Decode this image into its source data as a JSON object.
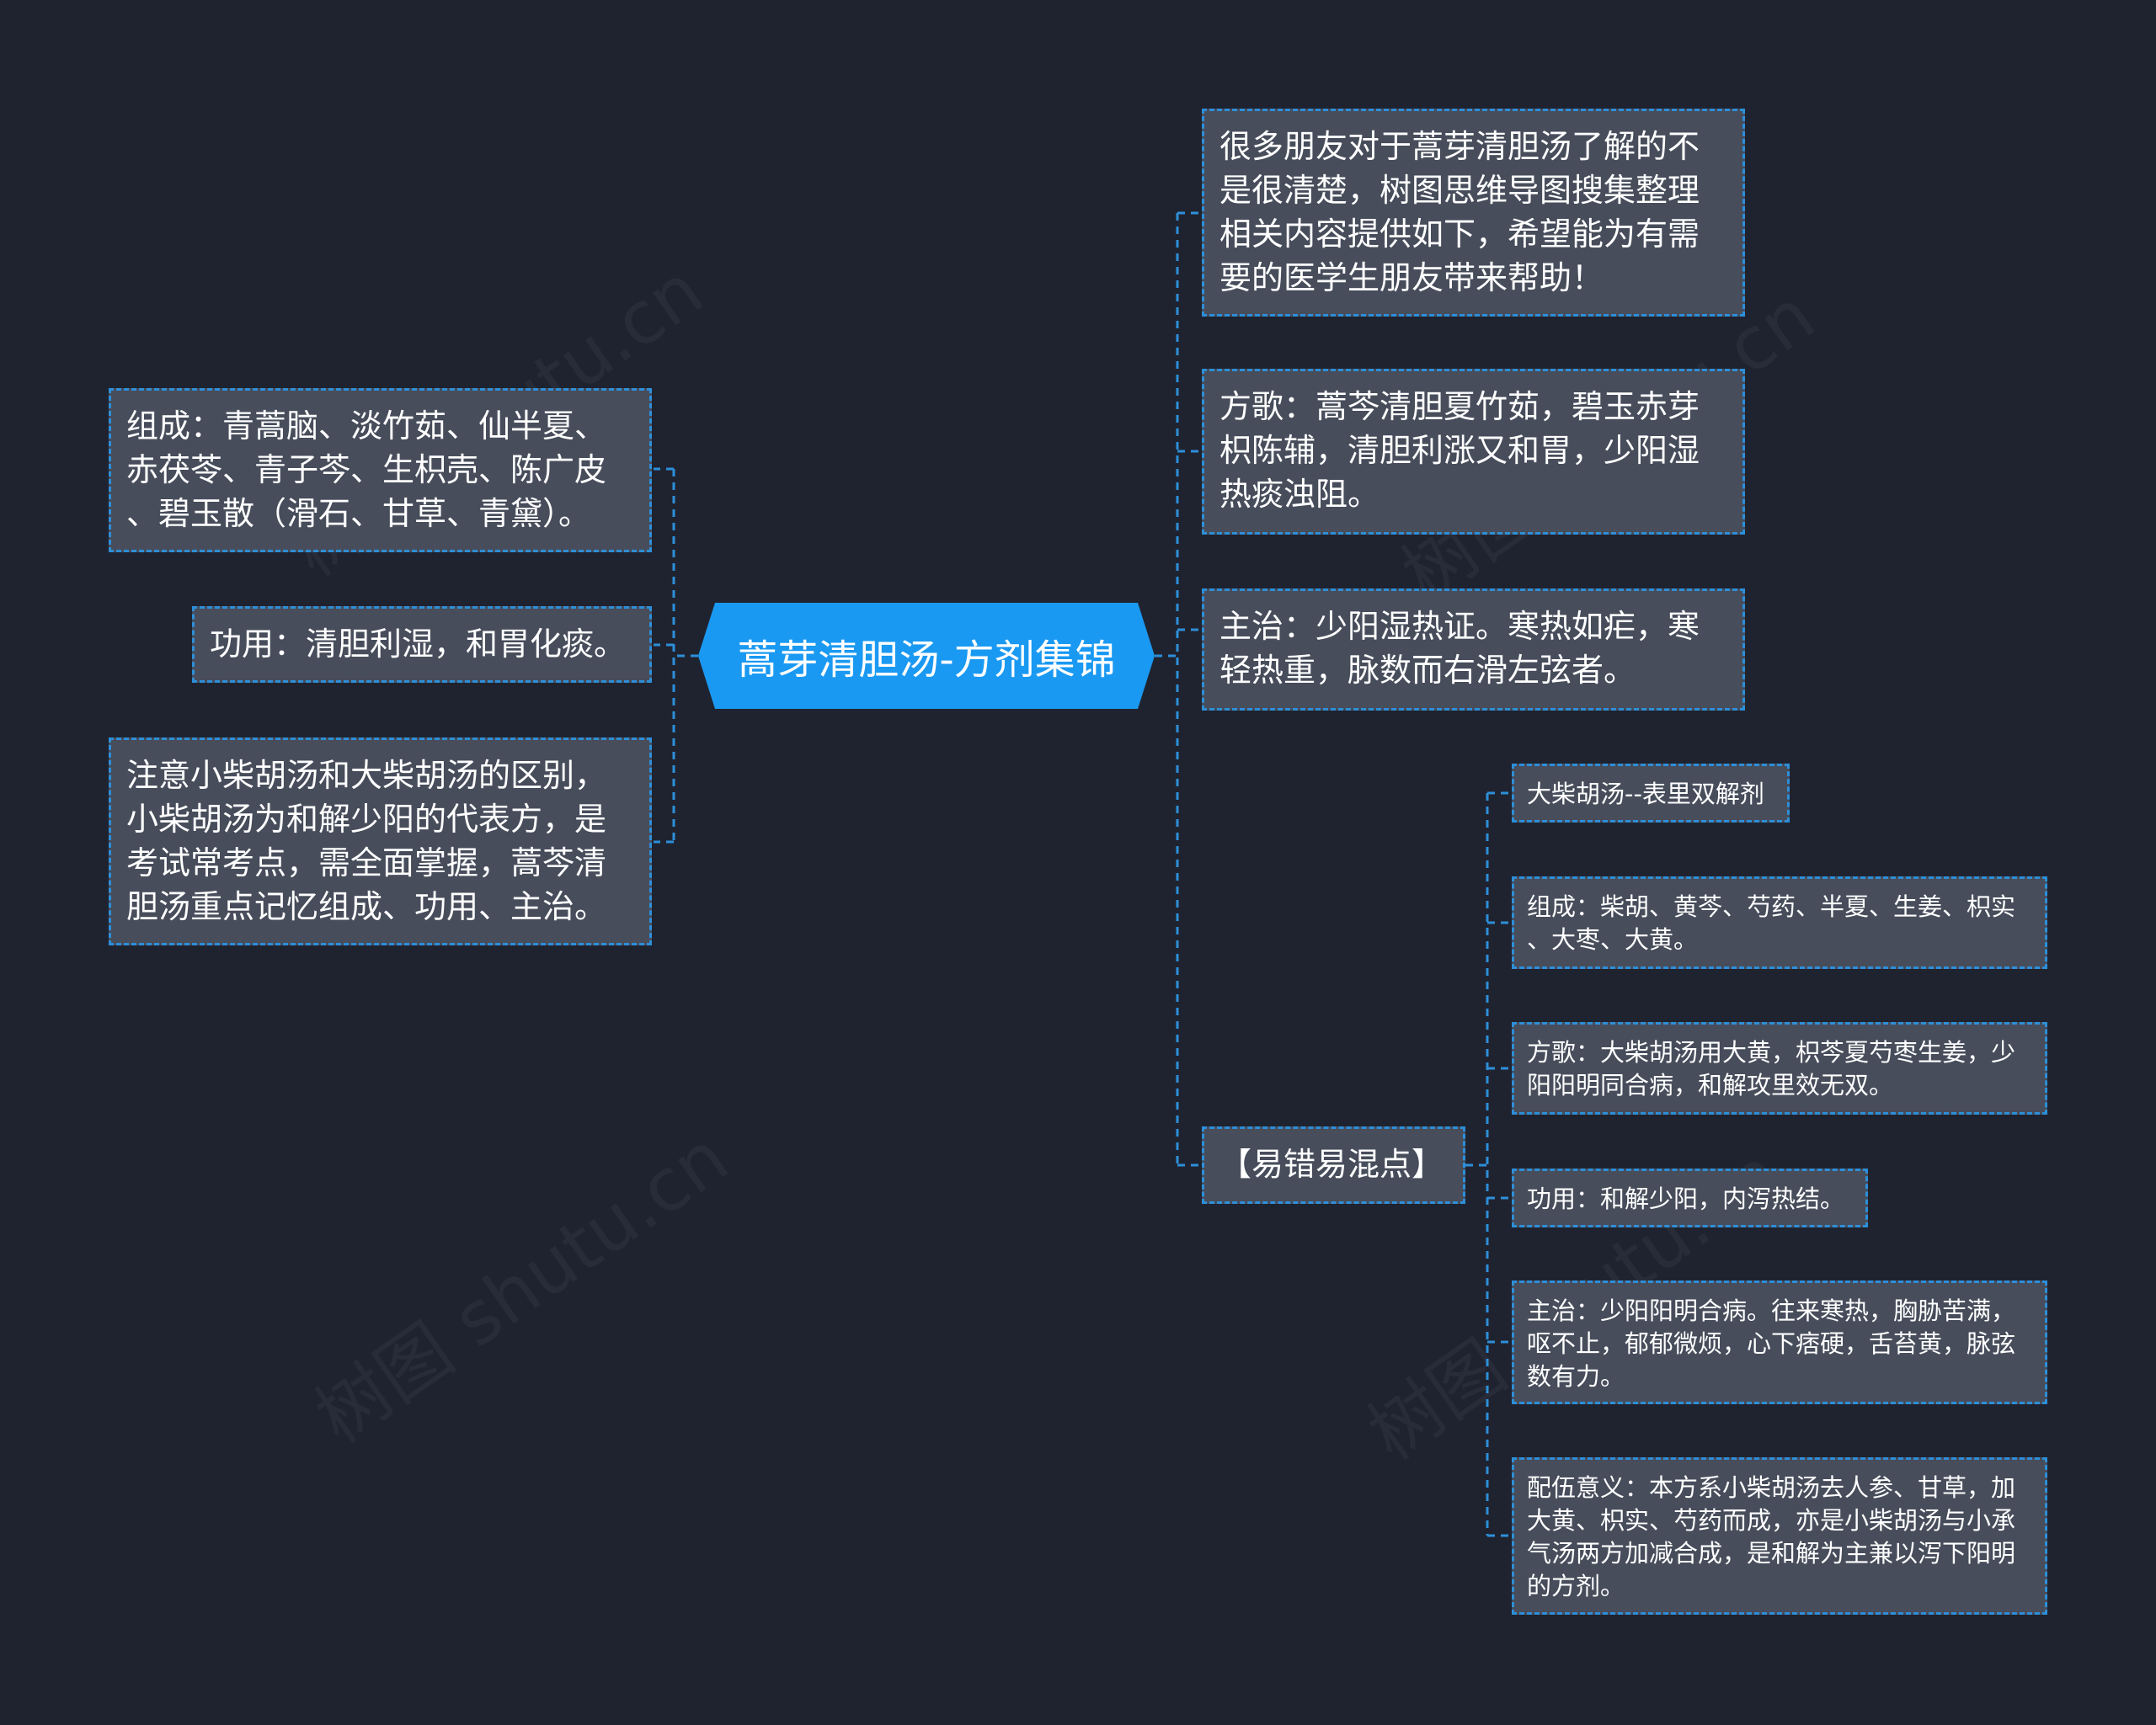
{
  "root": {
    "title": "蒿芽清胆汤-方剂集锦"
  },
  "left": {
    "composition": "组成：青蒿脑、淡竹茹、仙半夏、\n赤茯苓、青子芩、生枳壳、陈广皮\n、碧玉散（滑石、甘草、青黛）。",
    "function": "功用：清胆利湿，和胃化痰。",
    "note": "注意小柴胡汤和大柴胡汤的区别，\n小柴胡汤为和解少阳的代表方，是\n考试常考点，需全面掌握，蒿芩清\n胆汤重点记忆组成、功用、主治。"
  },
  "right": {
    "intro": "很多朋友对于蒿芽清胆汤了解的不\n是很清楚，树图思维导图搜集整理\n相关内容提供如下，希望能为有需\n要的医学生朋友带来帮助！",
    "song": "方歌：蒿芩清胆夏竹茹，碧玉赤芽\n枳陈辅，清胆利涨又和胃，少阳湿\n热痰浊阻。",
    "indication": "主治：少阳湿热证。寒热如疟，寒\n轻热重，脉数而右滑左弦者。",
    "confusion": {
      "label": "【易错易混点】",
      "items": {
        "title": "大柴胡汤--表里双解剂",
        "composition": "组成：柴胡、黄芩、芍药、半夏、生姜、枳实\n、大枣、大黄。",
        "song": "方歌：大柴胡汤用大黄，枳芩夏芍枣生姜，少\n阳阳明同合病，和解攻里效无双。",
        "function": "功用：和解少阳，内泻热结。",
        "indication": "主治：少阳阳明合病。往来寒热，胸胁苦满，\n呕不止，郁郁微烦，心下痞硬，舌苔黄，脉弦\n数有力。",
        "meaning": "配伍意义：本方系小柴胡汤去人参、甘草，加\n大黄、枳实、芍药而成，亦是小柴胡汤与小承\n气汤两方加减合成，是和解为主兼以泻下阳明\n的方剂。"
      }
    }
  },
  "watermark": "树图 shutu.cn",
  "colors": {
    "background": "#1f2330",
    "node_fill": "#474d5b",
    "border": "#2d8fd9",
    "root_fill": "#1a99f2",
    "text": "#ffffff"
  }
}
